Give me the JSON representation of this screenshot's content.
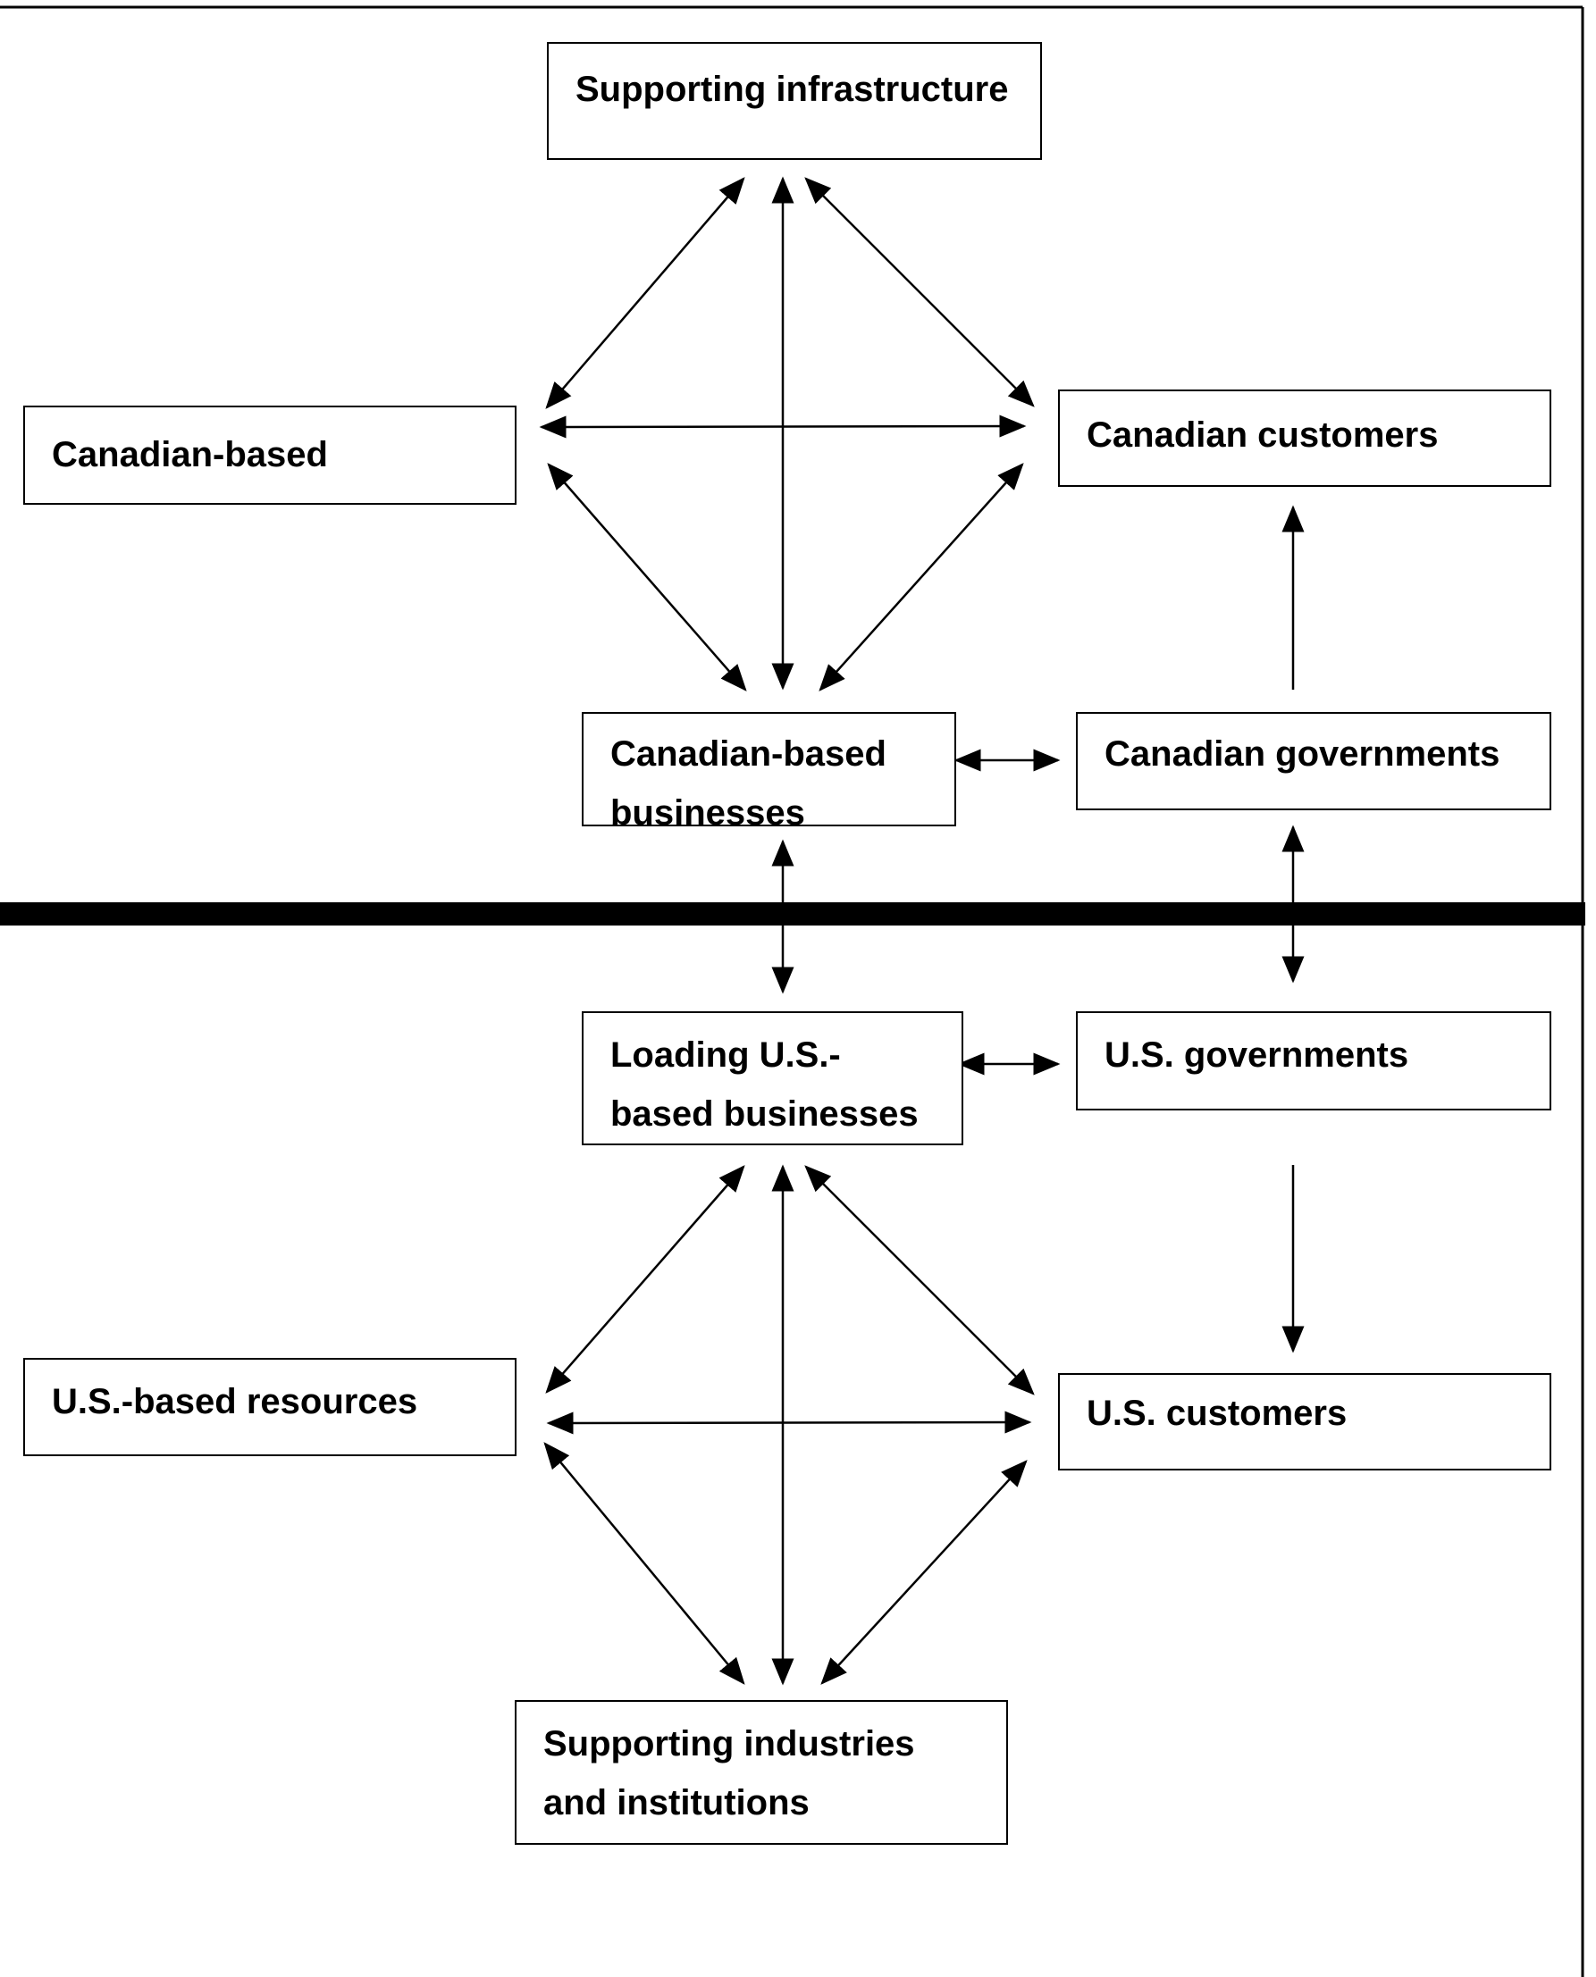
{
  "nodes": {
    "supporting_infrastructure": "Supporting infrastructure",
    "canadian_based": "Canadian-based",
    "canadian_customers": "Canadian customers",
    "canadian_based_businesses": "Canadian-based\nbusinesses",
    "canadian_governments": "Canadian governments",
    "loading_us_based_businesses": "Loading U.S.-\nbased businesses",
    "us_governments": "U.S. governments",
    "us_based_resources": "U.S.-based resources",
    "us_customers": "U.S. customers",
    "supporting_industries": "Supporting industries\nand institutions"
  }
}
